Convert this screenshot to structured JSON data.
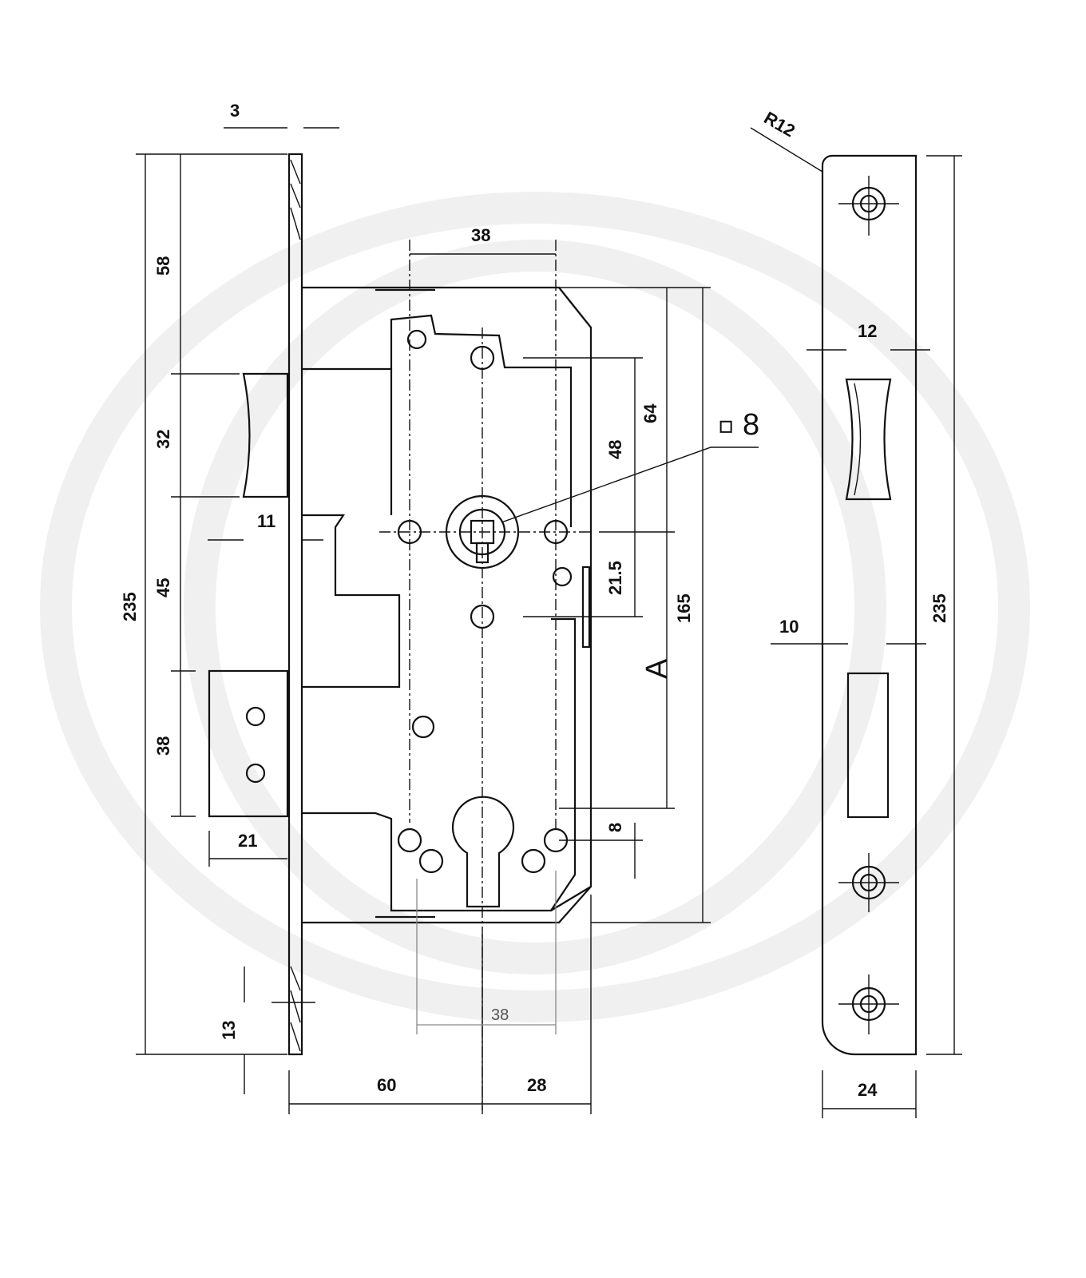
{
  "drawing": {
    "title": "Mortise lock dimensional drawing",
    "lock_body": {
      "faceplate_thickness": "3",
      "upper_to_latch": "58",
      "latch_height": "32",
      "latch_to_deadbolt": "45",
      "deadbolt_height": "38",
      "total_length": "235",
      "latch_projection": "11",
      "deadbolt_projection": "21",
      "bottom_offset": "13",
      "backset": "60",
      "body_rear": "28",
      "top_hole_spacing": "38",
      "bottom_hole_spacing": "38",
      "follower_to_top": "64",
      "follower_hole_span": "48",
      "follower_lower": "21.5",
      "body_height": "165",
      "center_distance": "A",
      "square_follower": "8",
      "square_symbol": "◻",
      "cylinder_offset": "8"
    },
    "strike_plate": {
      "radius": "R12",
      "latch_opening_width": "12",
      "bolt_opening_width": "10",
      "total_length": "235",
      "width": "24"
    }
  }
}
